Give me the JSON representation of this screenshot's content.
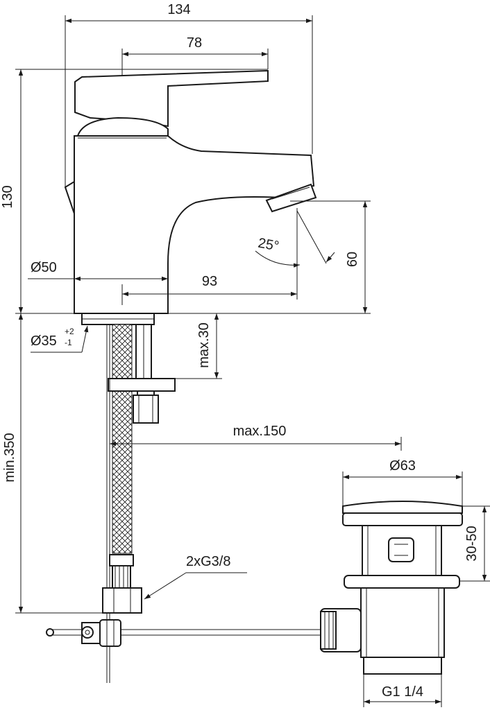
{
  "labels": {
    "width_overall": "134",
    "lever_length": "78",
    "height_overall": "130",
    "body_diameter": "Ø50",
    "spout_reach": "93",
    "spout_height": "60",
    "aerator_angle": "25°",
    "hole_diameter": "Ø35",
    "hole_tol_plus": "+2",
    "hole_tol_minus": "-1",
    "max_deck_thickness": "max.30",
    "min_hose_length": "min.350",
    "max_rod_offset": "max.150",
    "waste_diameter": "Ø63",
    "waste_depth_range": "30-50",
    "connection_thread": "2xG3/8",
    "waste_thread": "G1 1/4"
  },
  "colors": {
    "line": "#1a1a1a",
    "background": "#ffffff"
  }
}
